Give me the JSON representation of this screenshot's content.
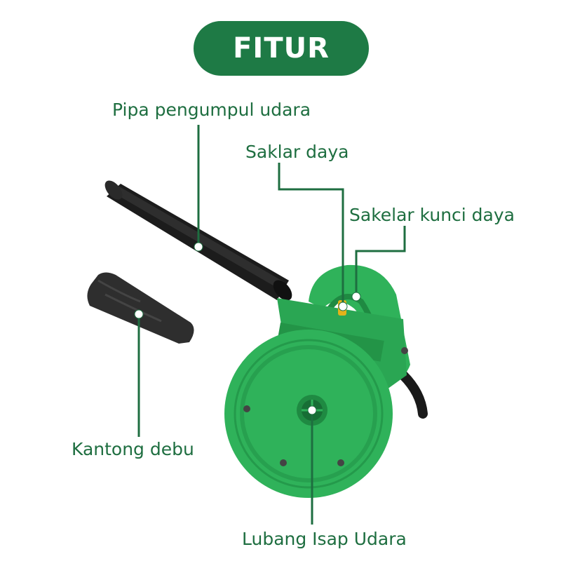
{
  "title": "FITUR",
  "colors": {
    "accent": "#1e7a45",
    "label_text": "#1e6e40",
    "body_green": "#2fb25a",
    "pipe_black": "#1c1c1c"
  },
  "features": {
    "pipe": "Pipa pengumpul udara",
    "power_switch": "Saklar daya",
    "lock_switch": "Sakelar kunci daya",
    "dust_bag": "Kantong debu",
    "intake": "Lubang Isap Udara"
  }
}
